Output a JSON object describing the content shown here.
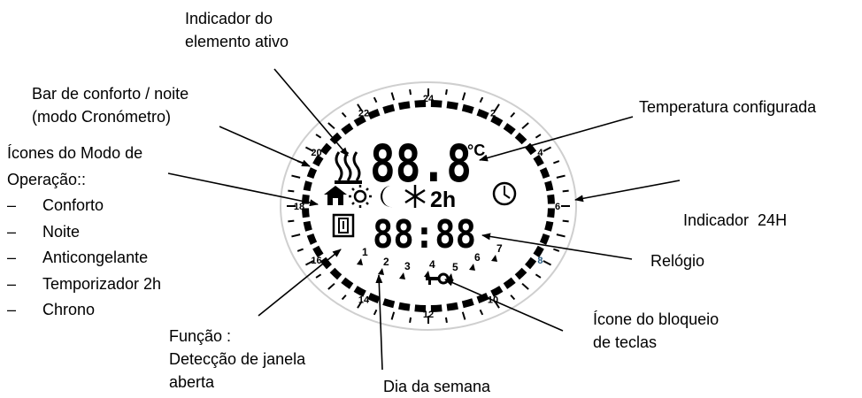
{
  "labels": {
    "active_element": [
      "Indicador do",
      "elemento ativo"
    ],
    "comfort_bar": [
      "Bar de conforto / noite",
      "(modo Cronómetro)"
    ],
    "operation_modes": {
      "title": [
        "Ícones do Modo de",
        "Operação::"
      ],
      "items": [
        "Conforto",
        "Noite",
        "Anticongelante",
        "Temporizador 2h",
        "Chrono"
      ],
      "bullet": "–"
    },
    "set_temperature": "Temperatura configurada",
    "indicator_24h": "Indicador  24H",
    "clock": "Relógio",
    "window_detection": [
      "Função :",
      "Detecção de janela",
      "aberta"
    ],
    "key_lock": [
      "Ícone do bloqueio",
      "de teclas"
    ],
    "weekday": "Dia da semana"
  },
  "display": {
    "temperature": "88.8",
    "unit": "°C",
    "clock": "88:88",
    "timer": "2h",
    "ring_hours": [
      "24",
      "2",
      "4",
      "6",
      "8",
      "10",
      "12",
      "14",
      "16",
      "18",
      "20",
      "22"
    ],
    "days": [
      "1",
      "2",
      "3",
      "4",
      "5",
      "6",
      "7"
    ]
  },
  "icons": [
    "heating-icon",
    "house-icon",
    "sun-icon",
    "moon-icon",
    "snowflake-icon",
    "clock-icon",
    "window-icon",
    "key-icon"
  ]
}
